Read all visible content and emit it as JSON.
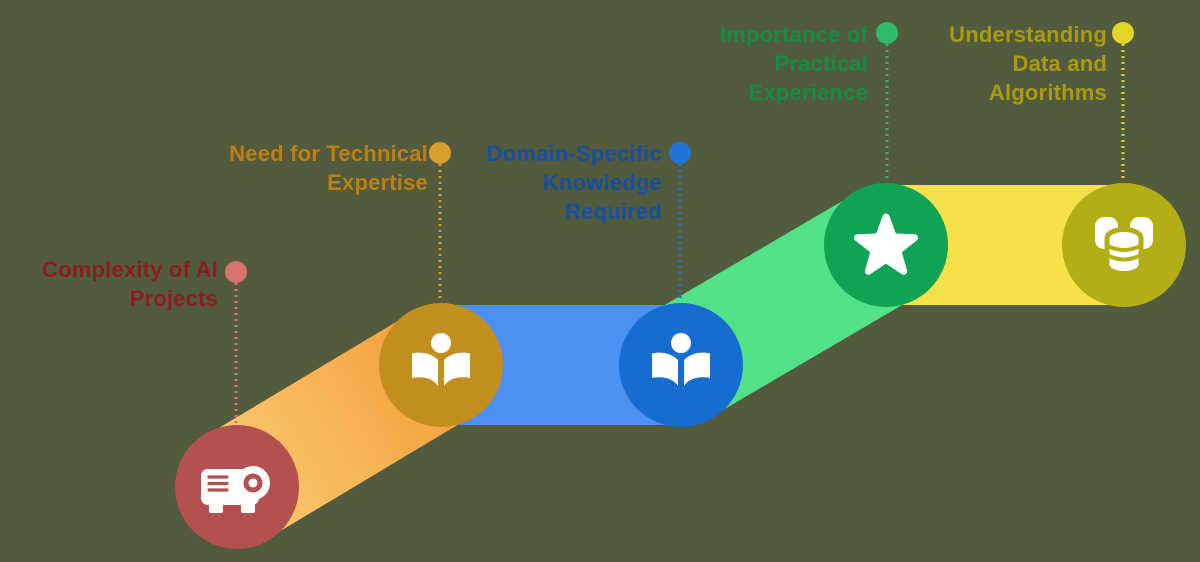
{
  "background_color": "#535B3E",
  "title": "",
  "steps": [
    {
      "label": "Complexity of AI Projects",
      "text_color": "#8B1D20",
      "circle_color": "#B35150",
      "dot_color": "#D9736F",
      "icon": "projector-icon"
    },
    {
      "label": "Need for Technical Expertise",
      "text_color": "#BC7F10",
      "circle_color": "#C28E1E",
      "dot_color": "#D99E2B",
      "icon": "book-reader-icon"
    },
    {
      "label": "Domain-Specific Knowledge Required",
      "text_color": "#17509E",
      "circle_color": "#176CD0",
      "dot_color": "#2274D6",
      "icon": "book-reader-icon"
    },
    {
      "label": "Importance of Practical Experience",
      "text_color": "#178A43",
      "circle_color": "#0FA355",
      "dot_color": "#2FBA6B",
      "icon": "star-icon"
    },
    {
      "label": "Understanding Data and Algorithms",
      "text_color": "#A89B10",
      "circle_color": "#B2AE15",
      "dot_color": "#E3D426",
      "icon": "database-icon"
    }
  ],
  "ribbon": {
    "orange_from": "#FBC96F",
    "orange_to": "#F2A03C",
    "blue": "#4C91F1",
    "green": "#53E187",
    "yellow": "#F6E14B"
  },
  "icon_fg": "#FFFFFF"
}
